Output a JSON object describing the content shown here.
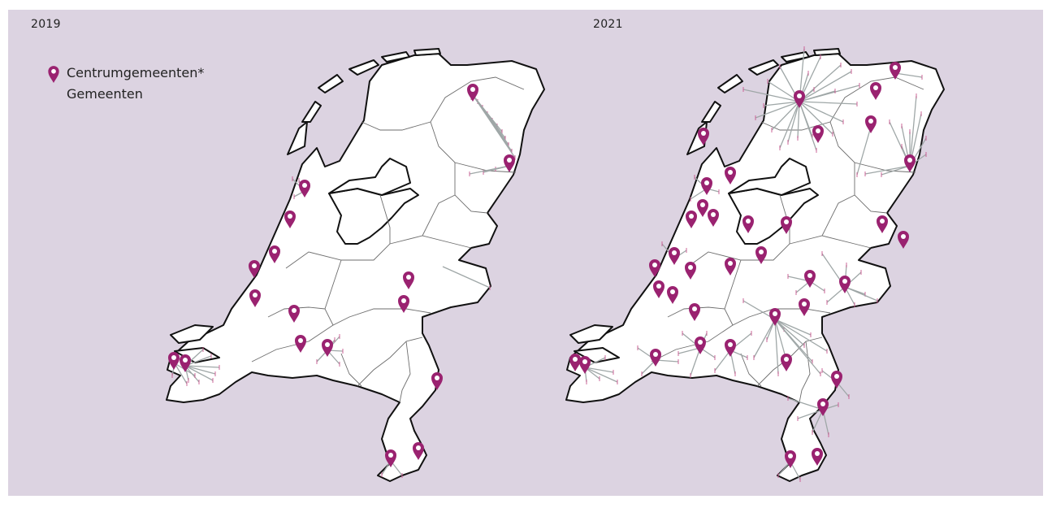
{
  "panels": [
    {
      "year": "2019",
      "centers": [
        [
          375,
          235
        ],
        [
          357,
          273
        ],
        [
          338,
          316
        ],
        [
          313,
          334
        ],
        [
          314,
          370
        ],
        [
          503,
          348
        ],
        [
          497,
          377
        ],
        [
          362,
          389
        ],
        [
          370,
          426
        ],
        [
          403,
          431
        ],
        [
          538,
          472
        ],
        [
          214,
          447
        ],
        [
          228,
          450
        ],
        [
          582,
          117
        ],
        [
          627,
          204
        ],
        [
          481,
          567
        ],
        [
          515,
          558
        ]
      ],
      "stars": [
        [
          582,
          117,
          [
            [
              580,
              120
            ],
            [
              588,
              125
            ],
            [
              594,
              132
            ],
            [
              600,
              140
            ],
            [
              606,
              148
            ],
            [
              612,
              155
            ],
            [
              618,
              162
            ],
            [
              622,
              170
            ],
            [
              626,
              178
            ],
            [
              630,
              186
            ],
            [
              634,
              194
            ]
          ]
        ],
        [
          627,
          204,
          [
            [
              627,
              204
            ],
            [
              610,
              208
            ],
            [
              595,
              212
            ],
            [
              578,
              214
            ]
          ]
        ],
        [
          375,
          235,
          [
            [
              360,
              220
            ],
            [
              362,
              242
            ],
            [
              368,
              222
            ]
          ]
        ],
        [
          403,
          431,
          [
            [
              418,
              414
            ],
            [
              422,
              432
            ],
            [
              418,
              448
            ],
            [
              390,
              445
            ],
            [
              412,
              418
            ]
          ]
        ],
        [
          228,
          450,
          [
            [
              260,
              438
            ],
            [
              270,
              452
            ],
            [
              262,
              468
            ],
            [
              245,
              470
            ],
            [
              232,
              468
            ],
            [
              250,
              430
            ],
            [
              265,
              460
            ]
          ]
        ],
        [
          215,
          447,
          [
            [
              240,
              462
            ],
            [
              230,
              472
            ],
            [
              212,
              462
            ]
          ]
        ],
        [
          545,
          328,
          [
            [
              603,
              354
            ]
          ]
        ],
        [
          481,
          567,
          [
            [
              495,
              585
            ],
            [
              470,
              584
            ]
          ]
        ]
      ]
    },
    {
      "year": "2021",
      "centers": [
        [
          866,
          171
        ],
        [
          899,
          219
        ],
        [
          870,
          232
        ],
        [
          865,
          259
        ],
        [
          851,
          273
        ],
        [
          878,
          271
        ],
        [
          921,
          279
        ],
        [
          968,
          280
        ],
        [
          937,
          317
        ],
        [
          899,
          331
        ],
        [
          830,
          318
        ],
        [
          806,
          333
        ],
        [
          850,
          336
        ],
        [
          811,
          359
        ],
        [
          828,
          366
        ],
        [
          855,
          387
        ],
        [
          997,
          346
        ],
        [
          1040,
          353
        ],
        [
          990,
          381
        ],
        [
          954,
          393
        ],
        [
          807,
          443
        ],
        [
          862,
          428
        ],
        [
          899,
          431
        ],
        [
          968,
          449
        ],
        [
          1030,
          470
        ],
        [
          1013,
          504
        ],
        [
          973,
          568
        ],
        [
          1006,
          565
        ],
        [
          720,
          452
        ],
        [
          708,
          449
        ],
        [
          984,
          125
        ],
        [
          1007,
          168
        ],
        [
          1078,
          115
        ],
        [
          1072,
          156
        ],
        [
          1102,
          90
        ],
        [
          1120,
          204
        ],
        [
          1086,
          279
        ],
        [
          1112,
          298
        ]
      ],
      "stars": [
        [
          984,
          125,
          [
            [
              915,
              110
            ],
            [
              930,
              145
            ],
            [
              950,
              160
            ],
            [
              960,
              182
            ],
            [
              970,
              175
            ],
            [
              982,
              170
            ],
            [
              1000,
              168
            ],
            [
              1025,
              165
            ],
            [
              1038,
              150
            ],
            [
              1055,
              128
            ],
            [
              1058,
              105
            ],
            [
              1048,
              88
            ],
            [
              1035,
              80
            ],
            [
              1010,
              70
            ],
            [
              990,
              60
            ],
            [
              960,
              82
            ],
            [
              945,
              100
            ],
            [
              1002,
              110
            ],
            [
              995,
              90
            ],
            [
              1028,
              112
            ],
            [
              940,
              130
            ],
            [
              1005,
              185
            ]
          ]
        ],
        [
          1120,
          204,
          [
            [
              1095,
              150
            ],
            [
              1110,
              155
            ],
            [
              1120,
              162
            ],
            [
              1128,
              118
            ],
            [
              1134,
              140
            ],
            [
              1140,
              170
            ],
            [
              1140,
              190
            ],
            [
              1110,
              180
            ],
            [
              1085,
              215
            ],
            [
              1065,
              214
            ]
          ]
        ],
        [
          1072,
          156,
          [
            [
              1055,
              215
            ]
          ]
        ],
        [
          1102,
          90,
          [
            [
              1135,
              95
            ]
          ]
        ],
        [
          1040,
          353,
          [
            [
              1012,
              312
            ],
            [
              1060,
              335
            ],
            [
              1065,
              362
            ],
            [
              1080,
              370
            ],
            [
              1018,
              372
            ],
            [
              1052,
              375
            ],
            [
              1042,
              326
            ]
          ]
        ],
        [
          997,
          346,
          [
            [
              970,
              340
            ],
            [
              980,
              360
            ],
            [
              1015,
              358
            ]
          ]
        ],
        [
          954,
          393,
          [
            [
              915,
              370
            ],
            [
              965,
              405
            ],
            [
              990,
              425
            ],
            [
              1000,
              445
            ],
            [
              1010,
              460
            ],
            [
              998,
              412
            ],
            [
              1018,
              432
            ],
            [
              970,
              450
            ],
            [
              958,
              460
            ],
            [
              944,
              418
            ],
            [
              928,
              440
            ]
          ]
        ],
        [
          1013,
          504,
          [
            [
              970,
              490
            ],
            [
              982,
              515
            ],
            [
              1000,
              532
            ],
            [
              1020,
              535
            ],
            [
              1032,
              498
            ]
          ]
        ],
        [
          899,
          431,
          [
            [
              925,
              410
            ],
            [
              920,
              440
            ],
            [
              905,
              460
            ],
            [
              880,
              456
            ]
          ]
        ],
        [
          862,
          428,
          [
            [
              840,
              410
            ],
            [
              835,
              435
            ],
            [
              850,
              462
            ],
            [
              880,
              440
            ],
            [
              870,
              410
            ]
          ]
        ],
        [
          807,
          443,
          [
            [
              785,
              428
            ],
            [
              790,
              460
            ],
            [
              835,
              445
            ]
          ]
        ],
        [
          720,
          452,
          [
            [
              745,
              440
            ],
            [
              755,
              458
            ],
            [
              760,
              470
            ],
            [
              738,
              466
            ],
            [
              722,
              470
            ]
          ]
        ],
        [
          1030,
          470,
          [
            [
              1012,
              456
            ],
            [
              1045,
              488
            ]
          ]
        ],
        [
          973,
          568,
          [
            [
              958,
              585
            ],
            [
              985,
              590
            ]
          ]
        ],
        [
          870,
          232,
          [
            [
              855,
              218
            ],
            [
              850,
              245
            ],
            [
              885,
              236
            ]
          ]
        ],
        [
          830,
          318,
          [
            [
              815,
              300
            ],
            [
              845,
              308
            ]
          ]
        ]
      ]
    }
  ],
  "legend": {
    "items": [
      {
        "label": "Centrumgemeenten*",
        "symbol": "pin-icon"
      },
      {
        "label": "Gemeenten",
        "symbol": ""
      }
    ]
  },
  "colors": {
    "background": "#dcd3e1",
    "pin": "#9a2270",
    "connection": "#9fa7a7",
    "tick": "#c9568e",
    "land": "#ffffff",
    "border": "#111111"
  }
}
